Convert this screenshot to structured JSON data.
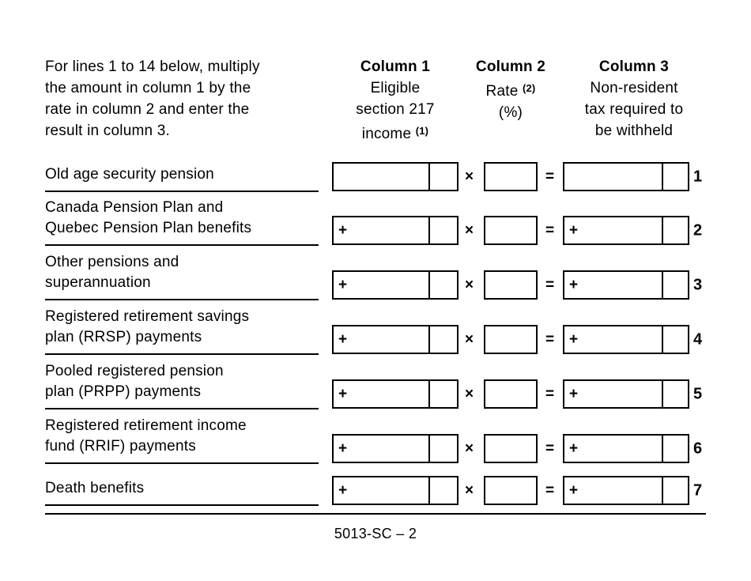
{
  "instructions": {
    "line1": "For lines 1 to 14 below, multiply",
    "line2": "the amount in column 1 by the",
    "line3": "rate in column 2 and enter the",
    "line4": "result in column 3."
  },
  "header": {
    "col1": {
      "title": "Column 1",
      "sub1": "Eligible",
      "sub2": "section 217",
      "sub3": "income",
      "footnote": "(1)"
    },
    "col2": {
      "title": "Column 2",
      "sub1": "Rate",
      "footnote": "(2)",
      "sub2": "(%)"
    },
    "col3": {
      "title": "Column 3",
      "sub1": "Non-resident",
      "sub2": "tax required to",
      "sub3": "be withheld"
    }
  },
  "operators": {
    "plus": "+",
    "times": "×",
    "equals": "="
  },
  "rows": [
    {
      "label1": "Old age security pension",
      "label2": "",
      "plus": "",
      "line": "1"
    },
    {
      "label1": "Canada Pension Plan and",
      "label2": "Quebec Pension Plan benefits",
      "plus": "+",
      "line": "2"
    },
    {
      "label1": "Other pensions and",
      "label2": "superannuation",
      "plus": "+",
      "line": "3"
    },
    {
      "label1": "Registered retirement savings",
      "label2": "plan (RRSP) payments",
      "plus": "+",
      "line": "4"
    },
    {
      "label1": "Pooled registered pension",
      "label2": "plan (PRPP) payments",
      "plus": "+",
      "line": "5"
    },
    {
      "label1": "Registered retirement income",
      "label2": "fund (RRIF) payments",
      "plus": "+",
      "line": "6"
    },
    {
      "label1": "Death benefits",
      "label2": "",
      "plus": "+",
      "line": "7"
    }
  ],
  "footer": "5013-SC – 2"
}
